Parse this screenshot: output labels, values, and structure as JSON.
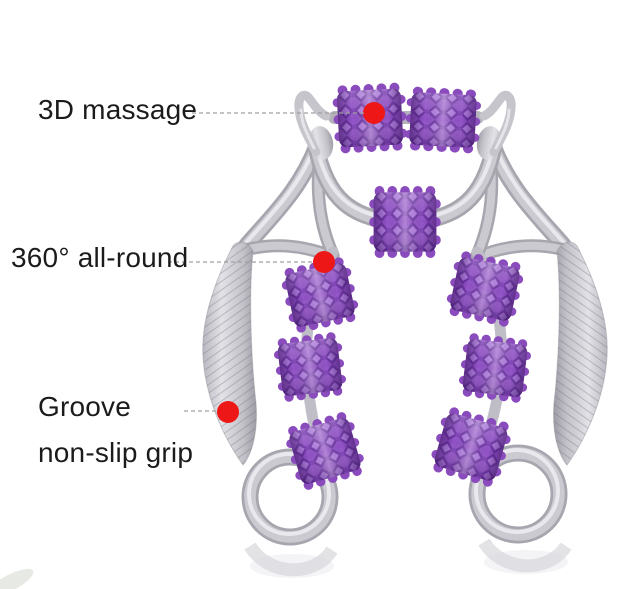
{
  "image": {
    "kind": "annotated product photo",
    "product": "ring-shaped trigger-point muscle roller massager with studded purple rollers, grey frame and grooved grips"
  },
  "colors": {
    "background": "#ffffff",
    "roller_purple": "#9152c6",
    "roller_purple_dark": "#6c34a4",
    "roller_purple_light": "#b07ae0",
    "frame_grey": "#cbcad1",
    "frame_grey_shadow": "#a7a6af",
    "grip_highlight": "#e2e2e7",
    "marker_red": "#ee1717",
    "leader_line_grey": "#a0a0a0",
    "text": "#1b1b1b"
  },
  "annotations": [
    {
      "id": "3d-massage",
      "label": "3D massage"
    },
    {
      "id": "all-round",
      "label": "360° all-round"
    },
    {
      "id": "groove-grip",
      "label": "Groove",
      "label2": "non-slip grip"
    }
  ]
}
